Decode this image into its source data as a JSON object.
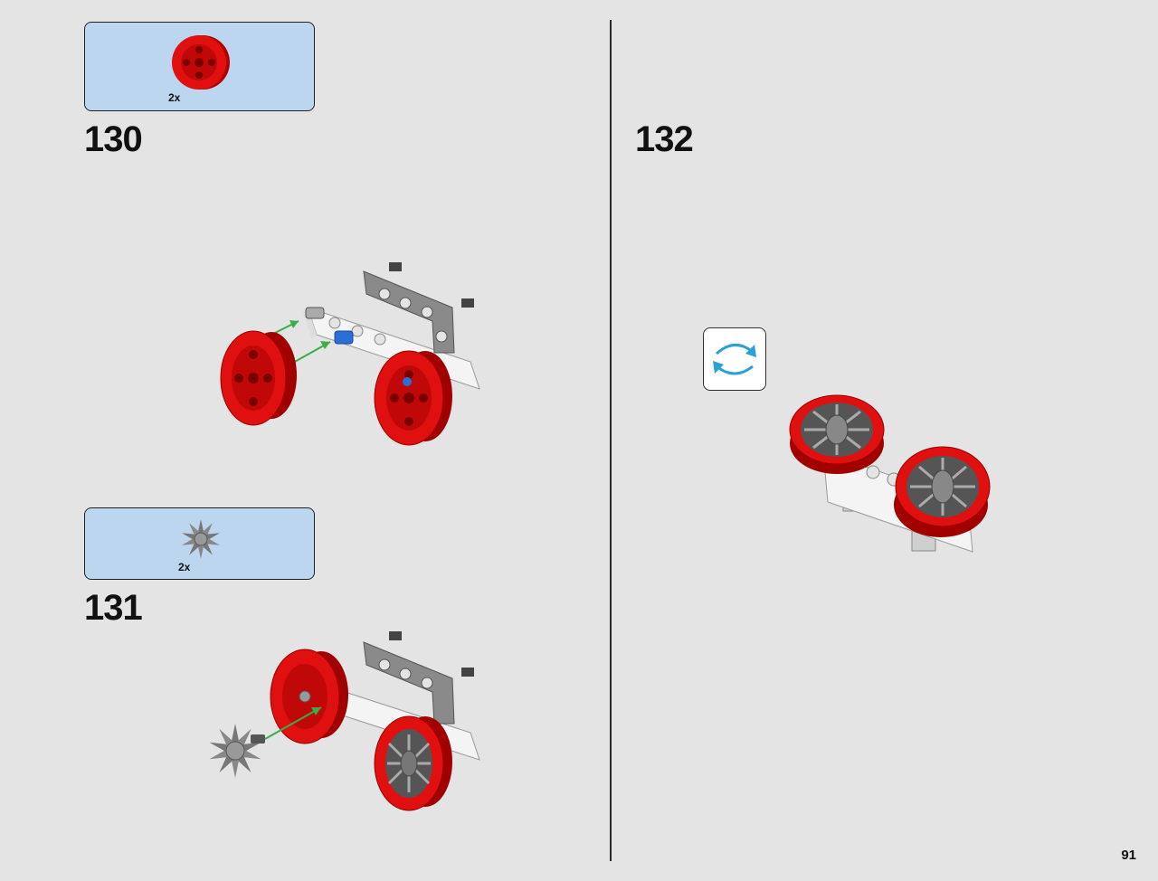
{
  "steps": [
    {
      "number": "130",
      "parts": [
        {
          "icon": "red-wheel-hub-icon",
          "qty": "2x"
        }
      ]
    },
    {
      "number": "131",
      "parts": [
        {
          "icon": "grey-turbine-icon",
          "qty": "2x"
        }
      ]
    },
    {
      "number": "132",
      "parts": []
    }
  ],
  "rotate_icon": "rotate-model-icon",
  "page_number": "91",
  "colors": {
    "background": "#e4e4e4",
    "callout": "#bcd6f0",
    "brick_red": "#e01010",
    "brick_grey": "#8a8a8a",
    "brick_white": "#f4f4f4",
    "pin_blue": "#2a6fd6",
    "arrow_green": "#3cab4a",
    "rotate_blue": "#2aa0d8"
  }
}
